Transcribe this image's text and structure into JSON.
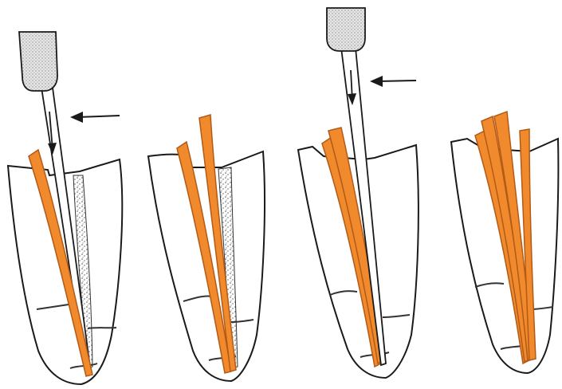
{
  "figure": {
    "panel_count": 4,
    "colors": {
      "gutta_percha": "#f08a2c",
      "gutta_percha_stroke": "#b35a16",
      "tooth_outline": "#1a1a1a",
      "sealer_stipple": "#444444",
      "spreader_handle": "#c9c9c9",
      "background": "#ffffff"
    },
    "panels": [
      {
        "step": 1,
        "cones": 1,
        "spreader": true,
        "arrow": "left"
      },
      {
        "step": 2,
        "cones": 2,
        "spreader": false,
        "arrow": "none"
      },
      {
        "step": 3,
        "cones": 2,
        "spreader": true,
        "arrow": "left"
      },
      {
        "step": 4,
        "cones": 4,
        "spreader": false,
        "arrow": "none"
      }
    ]
  }
}
